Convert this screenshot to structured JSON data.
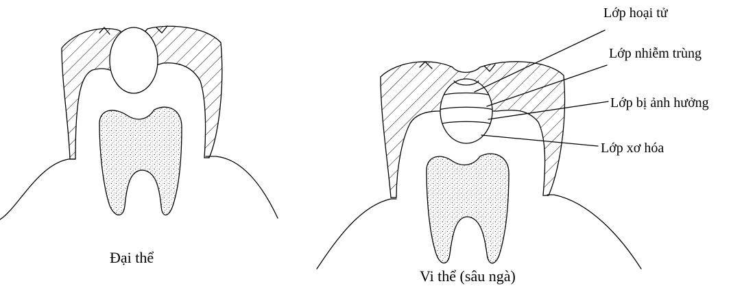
{
  "figure": {
    "left_caption": "Đại thể",
    "right_caption": "Vi thể (sâu ngà)",
    "layers": [
      {
        "id": "necrotic",
        "label": "Lớp hoại tử"
      },
      {
        "id": "infected",
        "label": "Lớp nhiễm trùng"
      },
      {
        "id": "affected",
        "label": "Lớp bị ảnh hưởng"
      },
      {
        "id": "sclerotic",
        "label": "Lớp xơ hóa"
      }
    ]
  }
}
